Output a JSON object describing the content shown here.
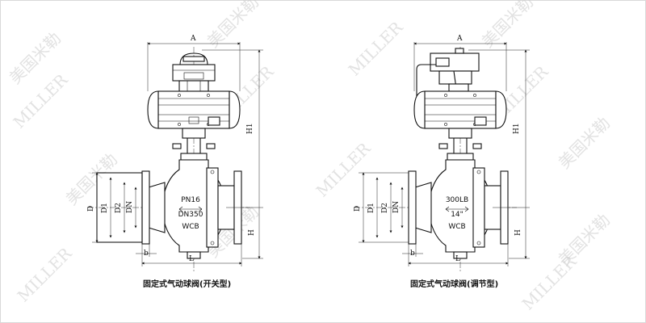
{
  "watermark": {
    "text_cn": "美国米勒",
    "text_en": "MILLER"
  },
  "left": {
    "caption": "固定式气动球阀(开关型)",
    "body_lines": [
      "PN16",
      "DN350",
      "WCB"
    ],
    "dims": {
      "A": "A",
      "H1": "H1",
      "H": "H",
      "D": "D",
      "D1": "D1",
      "D2": "D2",
      "DN": "DN",
      "b": "b",
      "L": "L"
    }
  },
  "right": {
    "caption": "固定式气动球阀(调节型)",
    "body_lines": [
      "300LB",
      "14\"",
      "WCB"
    ],
    "dims": {
      "A": "A",
      "H1": "H1",
      "H": "H",
      "D": "D",
      "D1": "D1",
      "D2": "D2",
      "DN": "DN",
      "b": "b",
      "L": "L"
    }
  }
}
